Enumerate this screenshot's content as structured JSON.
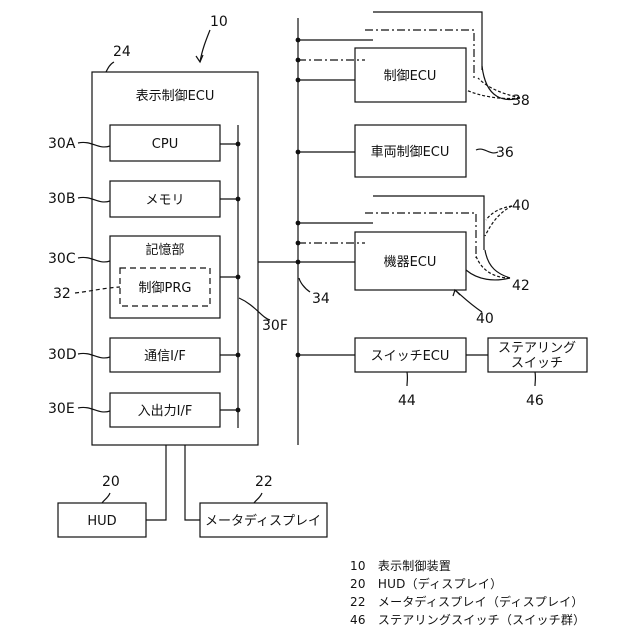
{
  "labels": {
    "display_ecu": "表示制御ECU",
    "cpu": "CPU",
    "memory": "メモリ",
    "storage": "記憶部",
    "program": "制御PRG",
    "comm_if": "通信I/F",
    "io_if": "入出力I/F",
    "hud": "HUD",
    "meter_display": "メータディスプレイ",
    "control_ecu": "制御ECU",
    "vehicle_control_ecu": "車両制御ECU",
    "device_ecu": "機器ECU",
    "switch_ecu": "スイッチECU",
    "steering_switch_line1": "ステアリング",
    "steering_switch_line2": "スイッチ"
  },
  "refs": {
    "r10": "10",
    "r24": "24",
    "r30A": "30A",
    "r30B": "30B",
    "r30C": "30C",
    "r32": "32",
    "r30D": "30D",
    "r30E": "30E",
    "r30F": "30F",
    "r34": "34",
    "r20": "20",
    "r22": "22",
    "r38": "38",
    "r36": "36",
    "r40a": "40",
    "r42": "42",
    "r40b": "40",
    "r44": "44",
    "r46": "46"
  },
  "legend": [
    "10　表示制御装置",
    "20　HUD（ディスプレイ）",
    "22　メータディスプレイ（ディスプレイ）",
    "46　ステアリングスイッチ（スイッチ群）"
  ]
}
